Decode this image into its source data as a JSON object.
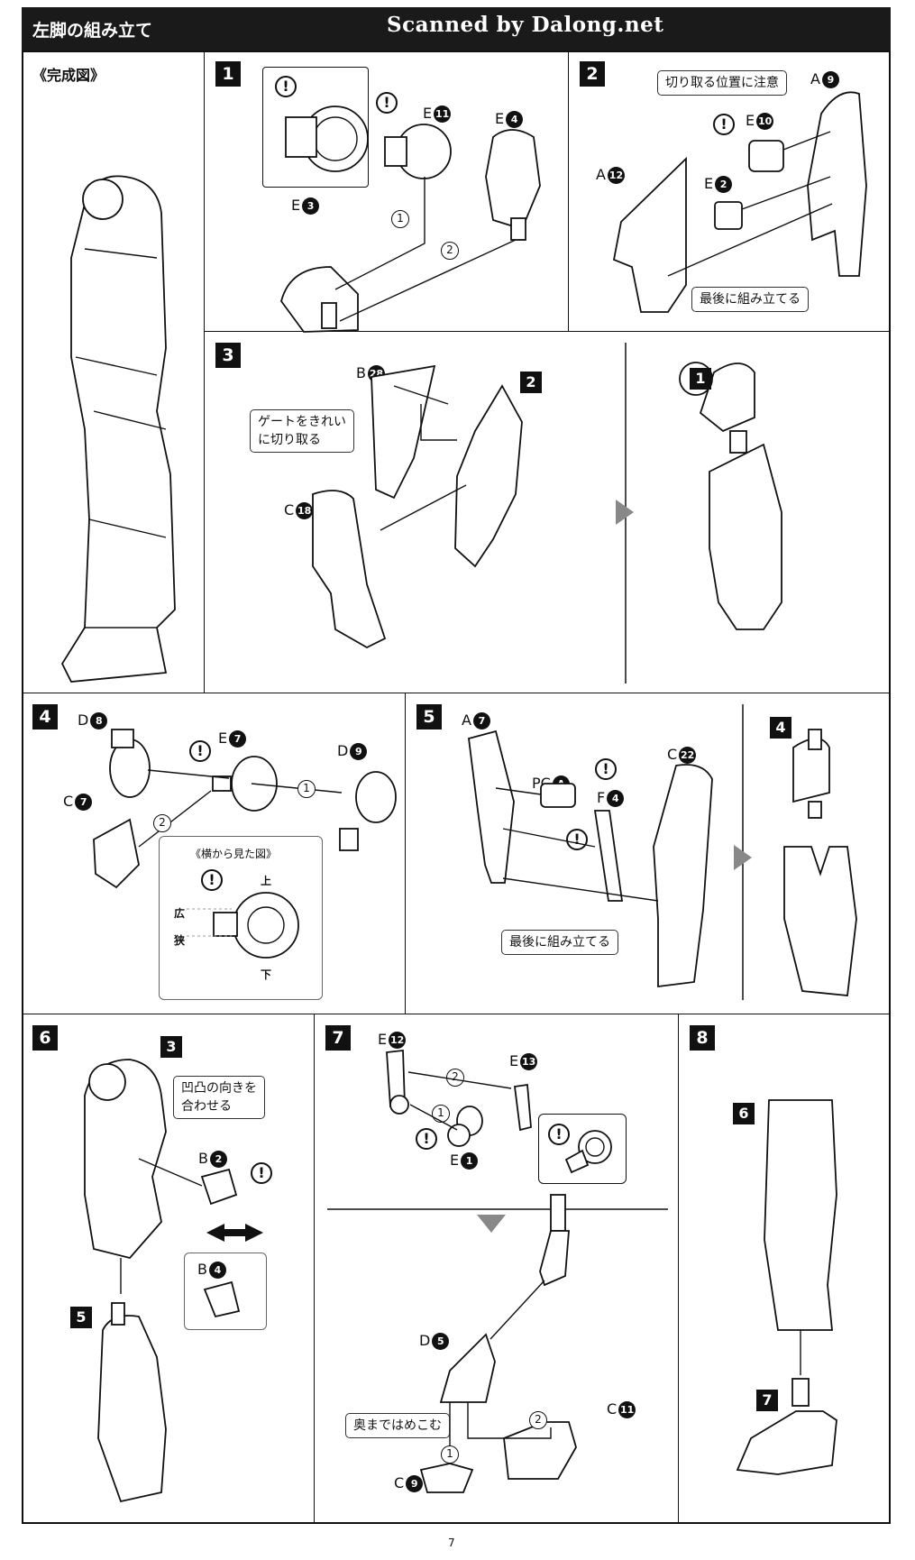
{
  "header": {
    "title": "左脚の組み立て",
    "credit": "Scanned by Dalong.net"
  },
  "complete": {
    "label": "《完成図》"
  },
  "steps": {
    "s1": {
      "num": "1",
      "e11": "E",
      "e11n": "11",
      "e4": "E",
      "e4n": "4",
      "e3": "E",
      "e3n": "3",
      "a1": "1",
      "a2": "2"
    },
    "s2": {
      "num": "2",
      "note_cut": "切り取る位置に注意",
      "a9": "A",
      "a9n": "9",
      "e10": "E",
      "e10n": "10",
      "a12": "A",
      "a12n": "12",
      "e2": "E",
      "e2n": "2",
      "note_last": "最後に組み立てる"
    },
    "s3": {
      "num": "3",
      "b28": "B",
      "b28n": "28",
      "ref2": "2",
      "note_gate_1": "ゲートをきれい",
      "note_gate_2": "に切り取る",
      "c18": "C",
      "c18n": "18",
      "ref1": "1"
    },
    "s4": {
      "num": "4",
      "d8": "D",
      "d8n": "8",
      "e7": "E",
      "e7n": "7",
      "d9": "D",
      "d9n": "9",
      "c7": "C",
      "c7n": "7",
      "a1": "1",
      "a2": "2",
      "side_title": "《横から見た図》",
      "up": "上",
      "wide": "広",
      "narrow": "狭",
      "down": "下"
    },
    "s5": {
      "num": "5",
      "a7": "A",
      "a7n": "7",
      "c22": "C",
      "c22n": "22",
      "pca": "PC",
      "pcan": "A",
      "f4": "F",
      "f4n": "4",
      "note_last": "最後に組み立てる",
      "ref4": "4"
    },
    "s6": {
      "num": "6",
      "ref3": "3",
      "note_align_1": "凹凸の向きを",
      "note_align_2": "合わせる",
      "b2": "B",
      "b2n": "2",
      "b4": "B",
      "b4n": "4",
      "ref5": "5"
    },
    "s7": {
      "num": "7",
      "e12": "E",
      "e12n": "12",
      "e13": "E",
      "e13n": "13",
      "e1": "E",
      "e1n": "1",
      "a1": "1",
      "a2": "2",
      "d5": "D",
      "d5n": "5",
      "c11": "C",
      "c11n": "11",
      "c9": "C",
      "c9n": "9",
      "note_push": "奥まではめこむ",
      "b1": "1",
      "b2": "2"
    },
    "s8": {
      "num": "8",
      "ref6": "6",
      "ref7": "7"
    }
  },
  "warn_symbol": "!",
  "page_number": "7"
}
